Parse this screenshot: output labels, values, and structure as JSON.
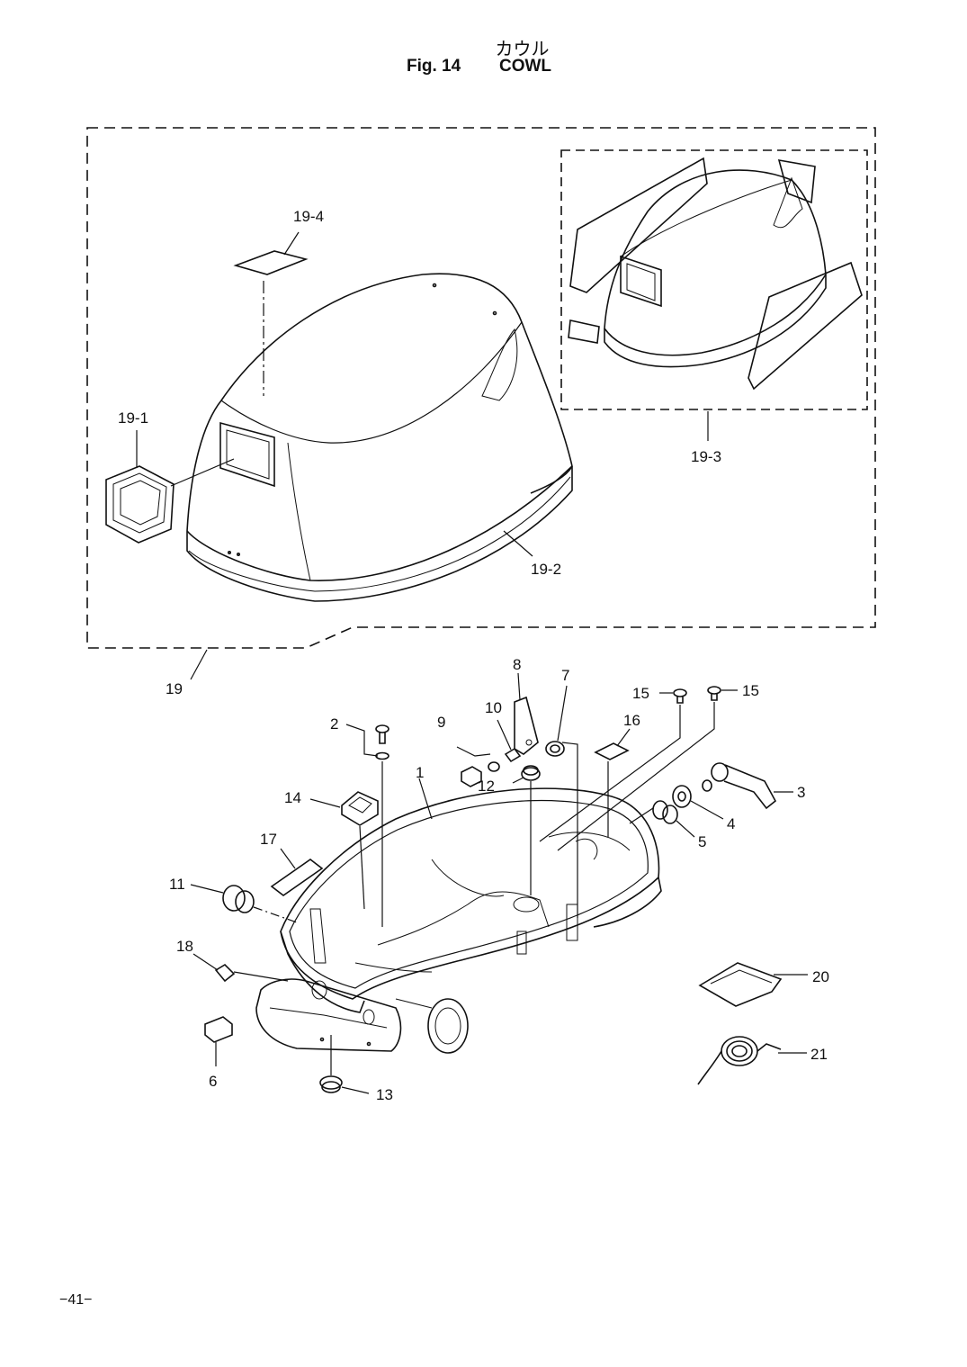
{
  "header": {
    "subtitle_jp": "カウル",
    "figure_label": "Fig. 14",
    "figure_name": "COWL"
  },
  "footer": {
    "page_number": "−41−"
  },
  "callouts": {
    "c19_4": "19-4",
    "c19_1": "19-1",
    "c19_2": "19-2",
    "c19_3": "19-3",
    "c19": "19",
    "c1": "1",
    "c2": "2",
    "c3": "3",
    "c4": "4",
    "c5": "5",
    "c6": "6",
    "c7": "7",
    "c8": "8",
    "c9": "9",
    "c10": "10",
    "c11": "11",
    "c12": "12",
    "c13": "13",
    "c14": "14",
    "c15a": "15",
    "c15b": "15",
    "c16": "16",
    "c17": "17",
    "c18": "18",
    "c20": "20",
    "c21": "21"
  }
}
